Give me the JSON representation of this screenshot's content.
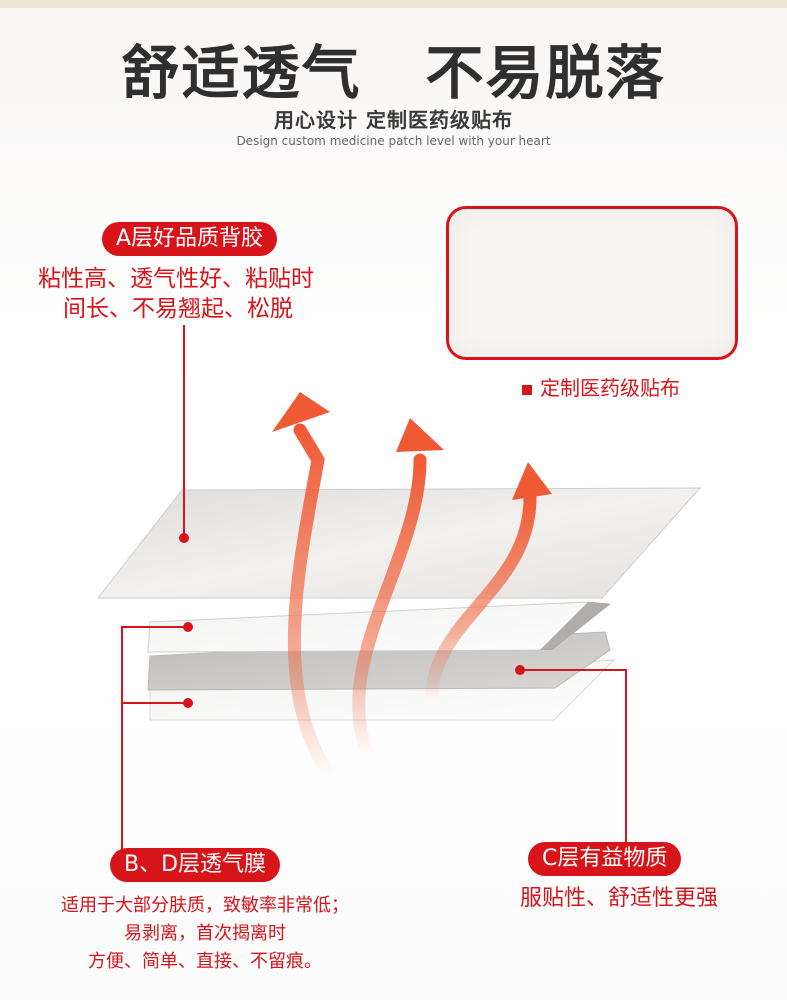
{
  "header": {
    "title_left": "舒适透气",
    "title_right": "不易脱落",
    "subtitle": "用心设计 定制医药级贴布",
    "subtitle_en": "Design custom medicine patch level with your heart"
  },
  "layer_a": {
    "label": "A层好品质背胶",
    "description_lines": [
      "粘性高、透气性好、粘贴时",
      "间长、不易翘起、松脱"
    ]
  },
  "fabric": {
    "caption": "定制医药级贴布"
  },
  "layer_bd": {
    "label": "B、D层透气膜",
    "description_lines": [
      "适用于大部分肤质，致敏率非常低；",
      "易剥离，首次揭离时",
      "方便、简单、直接、不留痕。"
    ]
  },
  "layer_c": {
    "label": "C层有益物质",
    "description": "服贴性、舒适性更强"
  },
  "colors": {
    "accent": "#d7141a",
    "title": "#2f2f2f",
    "arrow": "#f06a45"
  }
}
